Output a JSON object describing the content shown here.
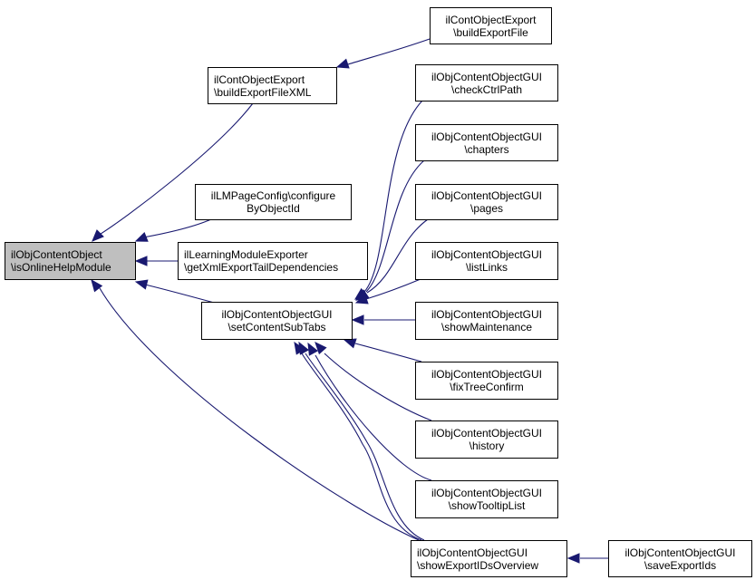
{
  "diagram": {
    "type": "doxygen-caller-graph",
    "colors": {
      "edge": "#191970",
      "root_fill": "#bfbfbf",
      "node_fill": "#ffffff",
      "node_border": "#000000"
    },
    "nodes": {
      "root": {
        "line1": "ilObjContentObject",
        "line2": "\\isOnlineHelpModule"
      },
      "buildExportFileXML": {
        "line1": "ilContObjectExport",
        "line2": "\\buildExportFileXML"
      },
      "buildExportFile": {
        "line1": "ilContObjectExport",
        "line2": "\\buildExportFile"
      },
      "configureByObjectId": {
        "line1": "ilLMPageConfig\\configure",
        "line2": "ByObjectId"
      },
      "getXmlExportTailDependencies": {
        "line1": "ilLearningModuleExporter",
        "line2": "\\getXmlExportTailDependencies"
      },
      "setContentSubTabs": {
        "line1": "ilObjContentObjectGUI",
        "line2": "\\setContentSubTabs"
      },
      "checkCtrlPath": {
        "line1": "ilObjContentObjectGUI",
        "line2": "\\checkCtrlPath"
      },
      "chapters": {
        "line1": "ilObjContentObjectGUI",
        "line2": "\\chapters"
      },
      "pages": {
        "line1": "ilObjContentObjectGUI",
        "line2": "\\pages"
      },
      "listLinks": {
        "line1": "ilObjContentObjectGUI",
        "line2": "\\listLinks"
      },
      "showMaintenance": {
        "line1": "ilObjContentObjectGUI",
        "line2": "\\showMaintenance"
      },
      "fixTreeConfirm": {
        "line1": "ilObjContentObjectGUI",
        "line2": "\\fixTreeConfirm"
      },
      "history": {
        "line1": "ilObjContentObjectGUI",
        "line2": "\\history"
      },
      "showTooltipList": {
        "line1": "ilObjContentObjectGUI",
        "line2": "\\showTooltipList"
      },
      "showExportIDsOverview": {
        "line1": "ilObjContentObjectGUI",
        "line2": "\\showExportIDsOverview"
      },
      "saveExportIds": {
        "line1": "ilObjContentObjectGUI",
        "line2": "\\saveExportIds"
      }
    },
    "edges": [
      {
        "from": "buildExportFileXML",
        "to": "root"
      },
      {
        "from": "configureByObjectId",
        "to": "root"
      },
      {
        "from": "getXmlExportTailDependencies",
        "to": "root"
      },
      {
        "from": "setContentSubTabs",
        "to": "root"
      },
      {
        "from": "showExportIDsOverview",
        "to": "root"
      },
      {
        "from": "buildExportFile",
        "to": "buildExportFileXML"
      },
      {
        "from": "checkCtrlPath",
        "to": "setContentSubTabs"
      },
      {
        "from": "chapters",
        "to": "setContentSubTabs"
      },
      {
        "from": "pages",
        "to": "setContentSubTabs"
      },
      {
        "from": "listLinks",
        "to": "setContentSubTabs"
      },
      {
        "from": "showMaintenance",
        "to": "setContentSubTabs"
      },
      {
        "from": "fixTreeConfirm",
        "to": "setContentSubTabs"
      },
      {
        "from": "history",
        "to": "setContentSubTabs"
      },
      {
        "from": "showTooltipList",
        "to": "setContentSubTabs"
      },
      {
        "from": "showExportIDsOverview",
        "to": "setContentSubTabs"
      },
      {
        "from": "saveExportIds",
        "to": "showExportIDsOverview"
      }
    ]
  }
}
